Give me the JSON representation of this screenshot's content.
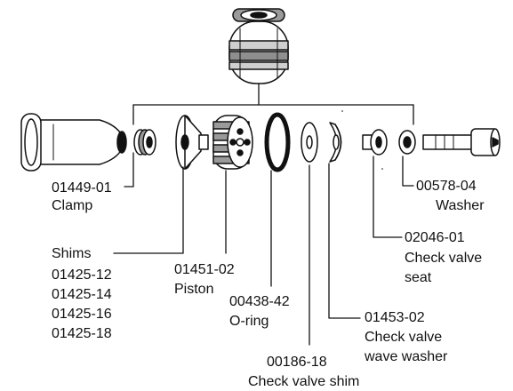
{
  "colors": {
    "ink": "#111111",
    "paper": "#ffffff",
    "shade": "#9a9a9a",
    "light": "#d6d6d6"
  },
  "parts": [
    {
      "number": "01449-01",
      "name": "Clamp"
    },
    {
      "number": "",
      "name": "Shims"
    },
    {
      "number": "01425-12",
      "name": ""
    },
    {
      "number": "01425-14",
      "name": ""
    },
    {
      "number": "01425-16",
      "name": ""
    },
    {
      "number": "01425-18",
      "name": ""
    },
    {
      "number": "01451-02",
      "name": "Piston"
    },
    {
      "number": "00438-42",
      "name": "O-ring"
    },
    {
      "number": "00186-18",
      "name": "Check valve shim"
    },
    {
      "number": "01453-02",
      "name": "Check valve",
      "name2": "wave washer"
    },
    {
      "number": "02046-01",
      "name": "Check valve",
      "name2": "seat"
    },
    {
      "number": "00578-04",
      "name": "Washer"
    }
  ]
}
